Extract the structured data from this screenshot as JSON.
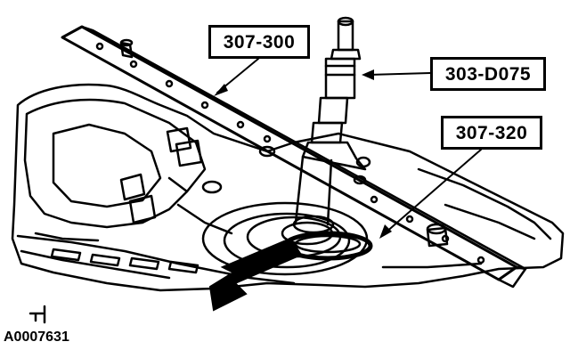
{
  "callouts": {
    "tool_top": "307-300",
    "tool_right": "303-D075",
    "tool_ring": "307-320"
  },
  "figure_id": "A0007631",
  "colors": {
    "ink": "#000000",
    "paper": "#ffffff"
  }
}
